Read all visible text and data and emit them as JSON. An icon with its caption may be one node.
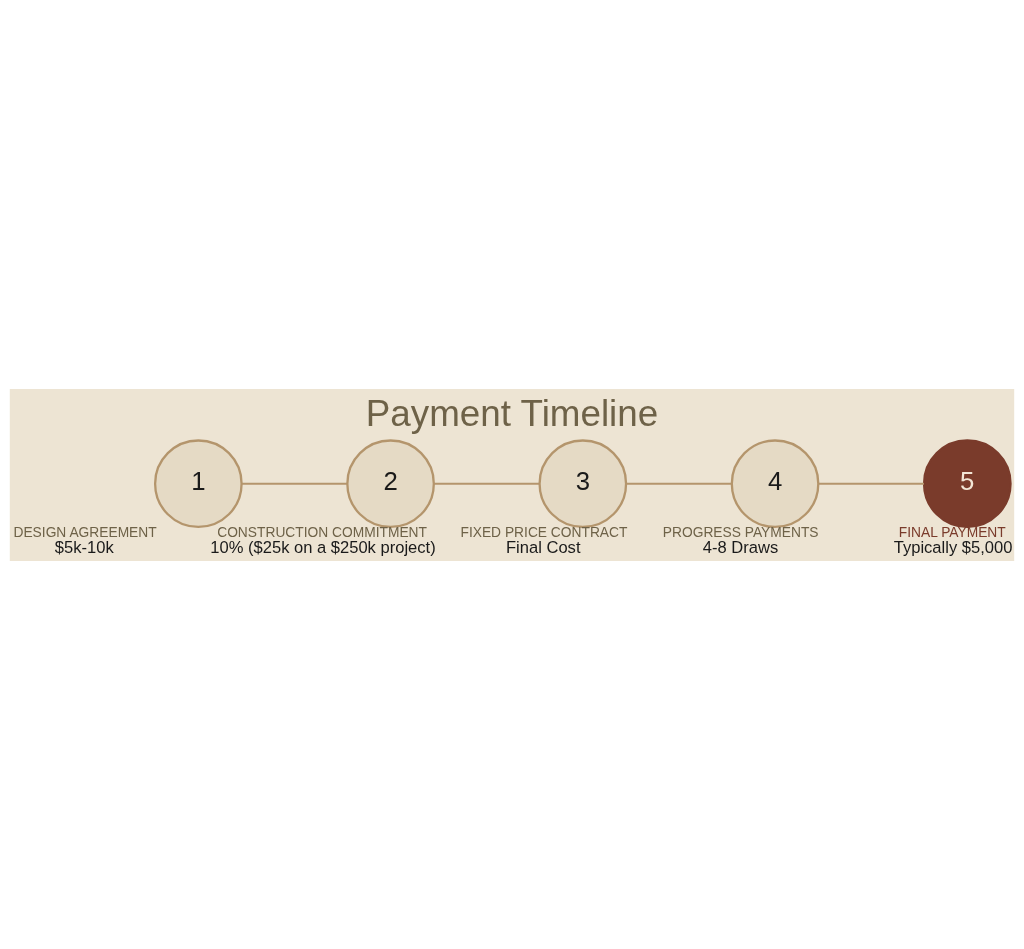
{
  "diagram": {
    "title": "Payment Timeline",
    "nodes": [
      {
        "text": [
          "1"
        ],
        "beside": [
          "DESIGN AGREEMENT",
          "$5k-10k"
        ]
      },
      {
        "text": [
          "2"
        ],
        "beside": [
          "CONSTRUCTION COMMITMENT",
          "10% ($25k on a $250k project)"
        ]
      },
      {
        "text": [
          "3"
        ],
        "beside": [
          "FIXED PRICE CONTRACT",
          "Final Cost"
        ]
      },
      {
        "text": [
          "4"
        ],
        "beside": [
          "PROGRESS PAYMENTS",
          "4-8 Draws"
        ]
      },
      {
        "text": [
          "5"
        ],
        "beside": [
          "FINAL PAYMENT",
          "Typically $5,000"
        ]
      }
    ],
    "edges": [
      {
        "from": 0,
        "to": 1,
        "arrow": "none"
      },
      {
        "from": 1,
        "to": 2,
        "arrow": "none"
      },
      {
        "from": 2,
        "to": 3,
        "arrow": "none"
      },
      {
        "from": 3,
        "to": 4,
        "arrow": "none"
      }
    ]
  }
}
